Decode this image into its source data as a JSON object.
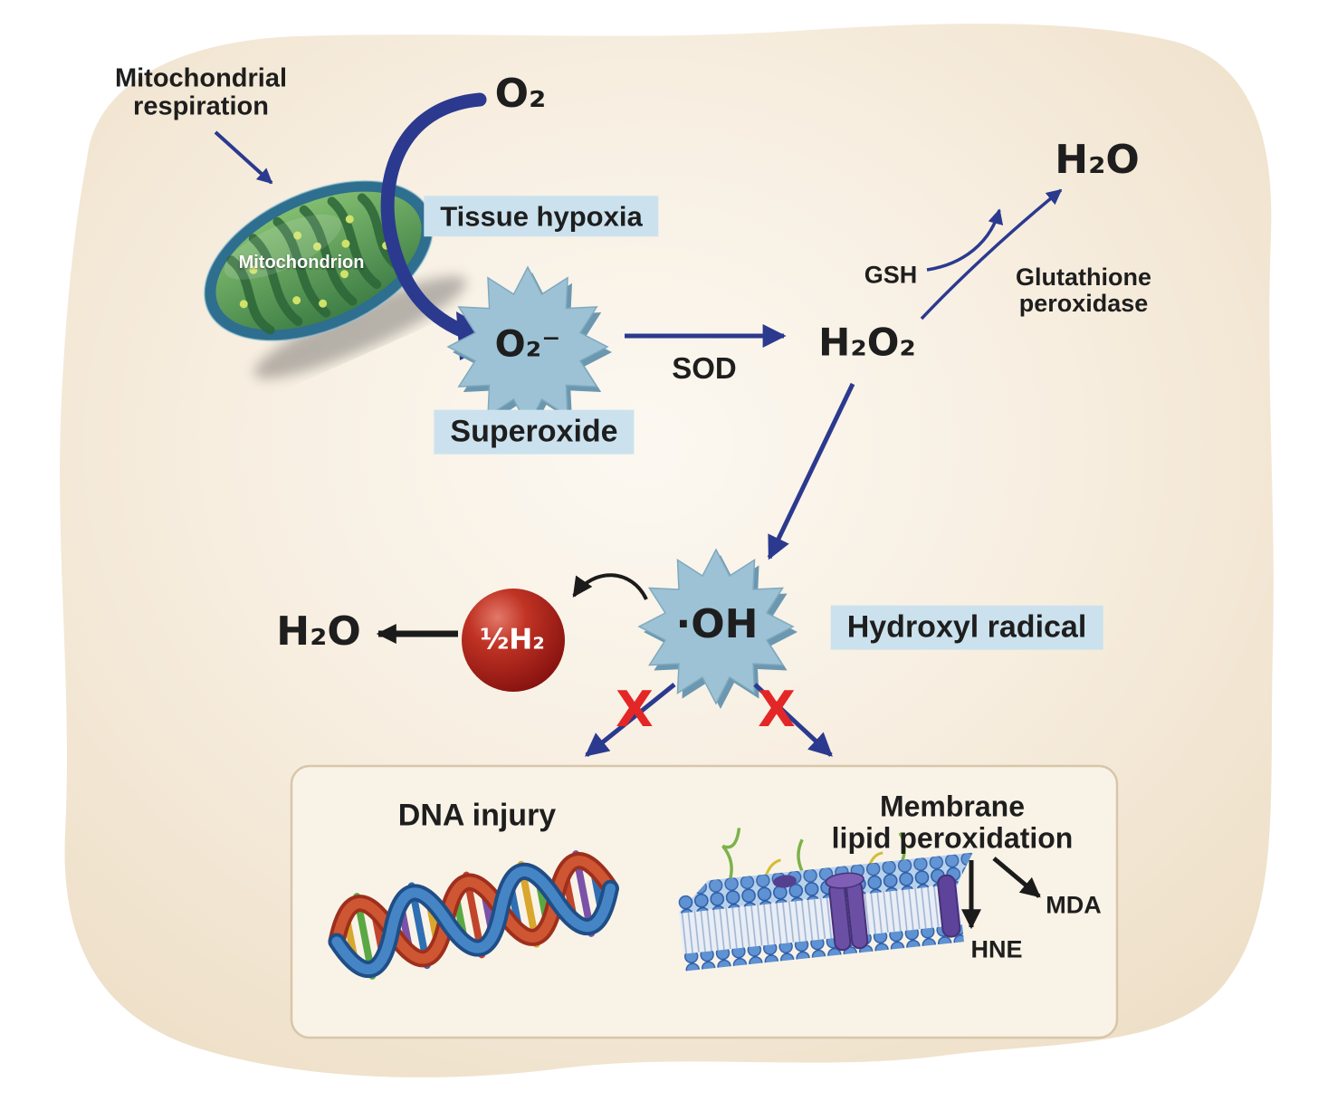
{
  "title": "Reactive oxygen species formation and detoxification pathway diagram",
  "colors": {
    "text_dark": "#1e1e1e",
    "label_bg": "#cbe2ee",
    "x_red": "#e32726",
    "arrow_blue": "#2b3a8f",
    "arrow_black": "#1b1b1b",
    "star_fill": "#9dc2d5",
    "star_shadow": "#6b98b0",
    "sphere_red": "#b02318",
    "bg_cream": "#f2e7d6",
    "box_bg": "#f9f3e7",
    "box_border": "#d8c6a9",
    "mito_green": "#58a158",
    "membrane_blue": "#5e92d3",
    "protein_purple": "#6b4fa5"
  },
  "nodes": {
    "mito_respiration": "Mitochondrial\nrespiration",
    "mitochondrion": "Mitochondrion",
    "o2": "O₂",
    "tissue_hypoxia": "Tissue hypoxia",
    "superoxide_symbol": "O₂⁻",
    "superoxide": "Superoxide",
    "sod": "SOD",
    "h2o2": "H₂O₂",
    "gsh": "GSH",
    "glut_peroxidase": "Glutathione\nperoxidase",
    "h2o_right": "H₂O",
    "oh_symbol": "·OH",
    "hydroxyl": "Hydroxyl radical",
    "half_h2": "½H₂",
    "h2o_left": "H₂O",
    "x_mark": "X",
    "dna_injury": "DNA injury",
    "membrane": "Membrane\nlipid peroxidation",
    "mda": "MDA",
    "hne": "HNE"
  }
}
